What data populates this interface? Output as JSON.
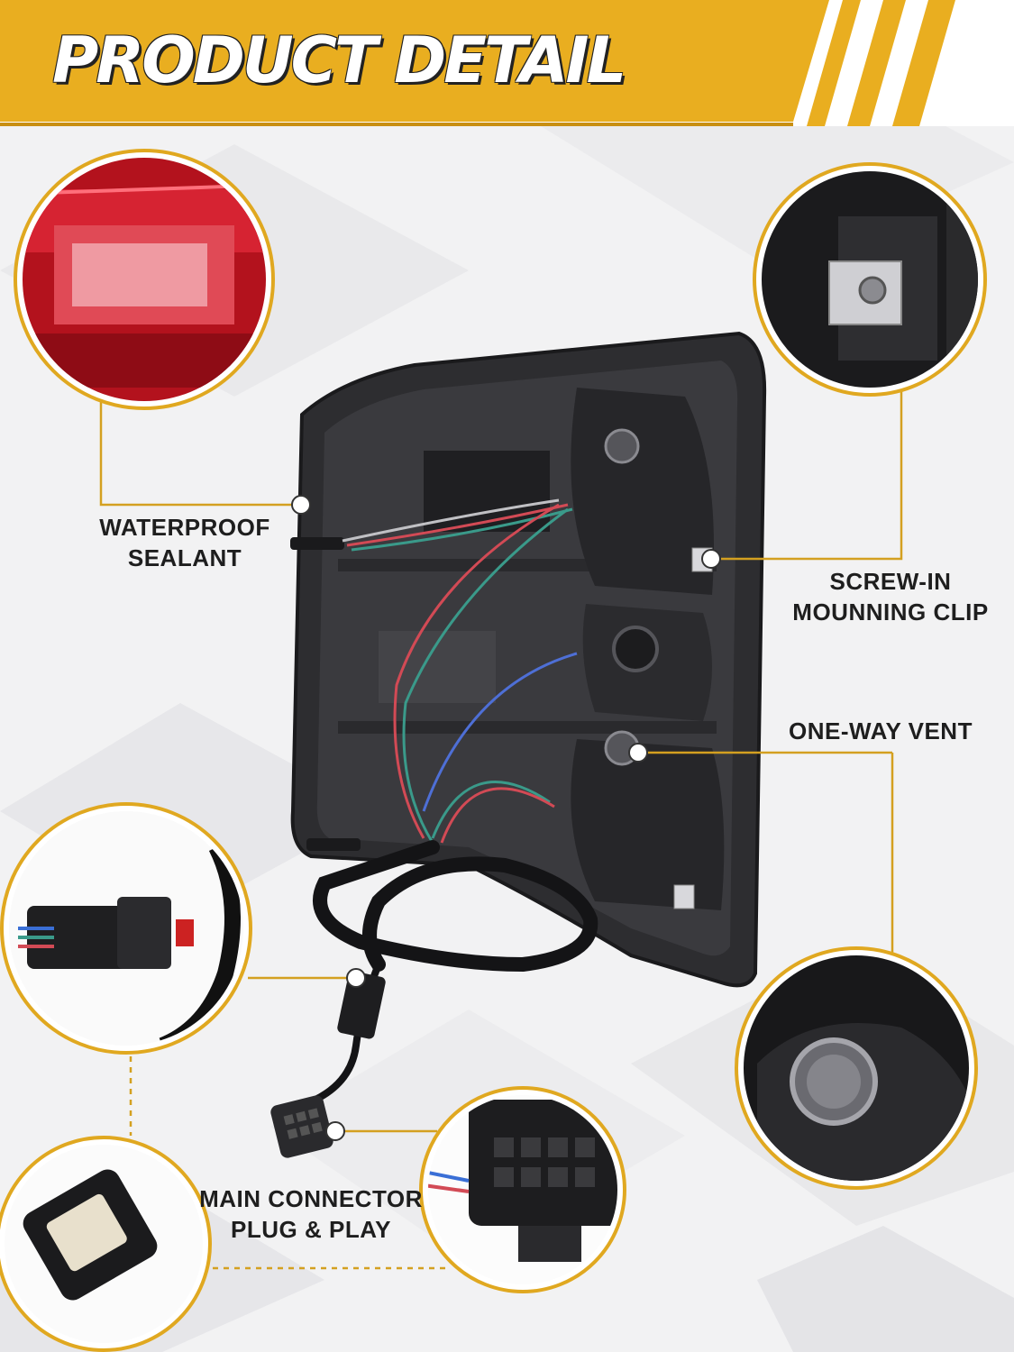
{
  "banner": {
    "title": "PRODUCT DETAIL",
    "accent_color": "#e9ae20"
  },
  "callouts": [
    {
      "id": "sealant",
      "line1": "WATERPROOF",
      "line2": "SEALANT",
      "detail_icon": "red-lens-icon"
    },
    {
      "id": "clip",
      "line1": "SCREW-IN",
      "line2": "MOUNNING CLIP",
      "detail_icon": "mounting-clip-icon"
    },
    {
      "id": "vent",
      "line1": "ONE-WAY VENT",
      "line2": "",
      "detail_icon": "vent-icon"
    },
    {
      "id": "connector",
      "line1": "MAIN CONNECTOR",
      "line2": "PLUG & PLAY",
      "detail_icon": "connector-icon"
    }
  ],
  "colors": {
    "callout_line": "#d4a020",
    "label_text": "#1e1e1e",
    "lamp_housing": "#2b2b2e"
  }
}
